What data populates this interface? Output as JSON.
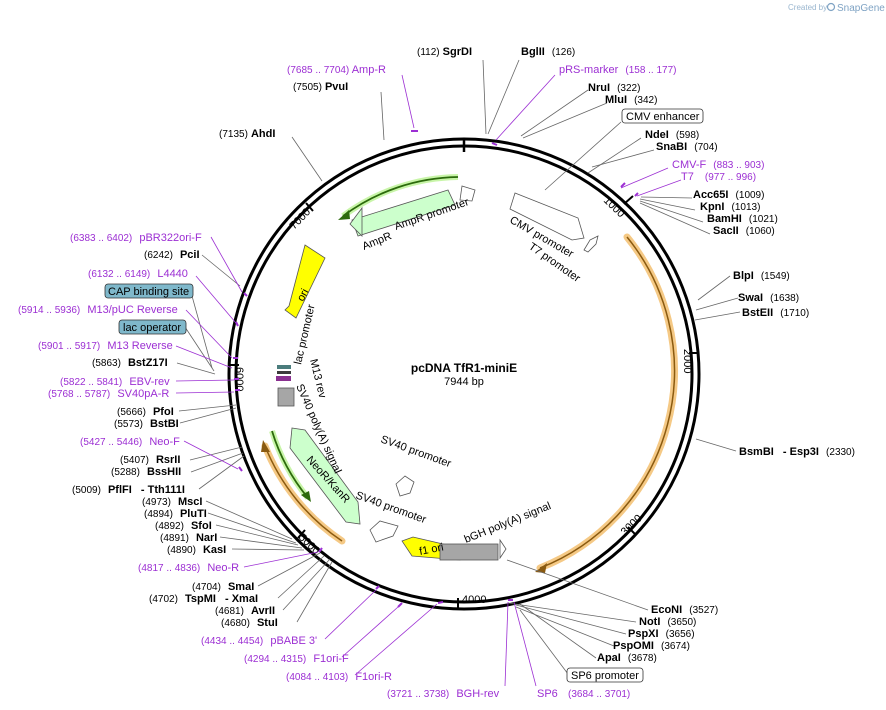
{
  "credit": {
    "prefix": "Created by",
    "brand": "SnapGene"
  },
  "plasmid": {
    "name": "pcDNA TfR1-miniE",
    "length": "7944 bp"
  },
  "ticks": [
    "1000",
    "2000",
    "3000",
    "4000",
    "5000",
    "6000",
    "7000"
  ],
  "features": {
    "ampr": "AmpR",
    "ampr_promoter": "AmpR promoter",
    "cmv_promoter": "CMV promoter",
    "t7_promoter": "T7 promoter",
    "ori": "ori",
    "lac_promoter": "lac promoter",
    "m13_rev": "M13 rev",
    "sv40_polya": "SV40 poly(A) signal",
    "neor": "NeoR/KanR",
    "sv40_promoter_a": "SV40 promoter",
    "sv40_promoter_b": "SV40 promoter",
    "f1_ori": "f1 ori",
    "bgh_polya": "bGH poly(A) signal"
  },
  "labels": [
    {
      "pos": "(112)",
      "name": "SgrDI",
      "kind": "enzyme"
    },
    {
      "name": "BglII",
      "pos": "(126)",
      "kind": "enzyme"
    },
    {
      "pos": "(7685 .. 7704)",
      "name": "Amp-R",
      "kind": "primer"
    },
    {
      "name": "pRS-marker",
      "pos": "(158 .. 177)",
      "kind": "primer"
    },
    {
      "pos": "(7505)",
      "name": "PvuI",
      "kind": "enzyme"
    },
    {
      "name": "NruI",
      "pos": "(322)",
      "kind": "enzyme"
    },
    {
      "name": "MluI",
      "pos": "(342)",
      "kind": "enzyme"
    },
    {
      "name": "CMV enhancer",
      "kind": "boxed"
    },
    {
      "pos": "(7135)",
      "name": "AhdI",
      "kind": "enzyme"
    },
    {
      "name": "NdeI",
      "pos": "(598)",
      "kind": "enzyme"
    },
    {
      "name": "SnaBI",
      "pos": "(704)",
      "kind": "enzyme"
    },
    {
      "name": "CMV-F",
      "pos": "(883 .. 903)",
      "kind": "primer"
    },
    {
      "name": "T7",
      "pos": "(977 .. 996)",
      "kind": "primer"
    },
    {
      "name": "Acc65I",
      "pos": "(1009)",
      "kind": "enzyme"
    },
    {
      "name": "KpnI",
      "pos": "(1013)",
      "kind": "enzyme"
    },
    {
      "name": "BamHI",
      "pos": "(1021)",
      "kind": "enzyme"
    },
    {
      "name": "SacII",
      "pos": "(1060)",
      "kind": "enzyme"
    },
    {
      "pos": "(6383 .. 6402)",
      "name": "pBR322ori-F",
      "kind": "primer"
    },
    {
      "pos": "(6242)",
      "name": "PciI",
      "kind": "enzyme"
    },
    {
      "pos": "(6132 .. 6149)",
      "name": "L4440",
      "kind": "primer"
    },
    {
      "name": "CAP binding site",
      "kind": "teal"
    },
    {
      "pos": "(5914 .. 5936)",
      "name": "M13/pUC Reverse",
      "kind": "primer"
    },
    {
      "name": "lac operator",
      "kind": "teal"
    },
    {
      "pos": "(5901 .. 5917)",
      "name": "M13 Reverse",
      "kind": "primer"
    },
    {
      "pos": "(5863)",
      "name": "BstZ17I",
      "kind": "enzyme"
    },
    {
      "pos": "(5822 .. 5841)",
      "name": "EBV-rev",
      "kind": "primer"
    },
    {
      "pos": "(5768 .. 5787)",
      "name": "SV40pA-R",
      "kind": "primer"
    },
    {
      "pos": "(5666)",
      "name": "PfoI",
      "kind": "enzyme"
    },
    {
      "pos": "(5573)",
      "name": "BstBI",
      "kind": "enzyme"
    },
    {
      "pos": "(5427 .. 5446)",
      "name": "Neo-F",
      "kind": "primer"
    },
    {
      "pos": "(5407)",
      "name": "RsrII",
      "kind": "enzyme"
    },
    {
      "pos": "(5288)",
      "name": "BssHII",
      "kind": "enzyme"
    },
    {
      "pos": "(5009)",
      "name": "PflFI",
      "kind": "enzyme"
    },
    {
      "name": "- Tth111I",
      "kind": "enzyme"
    },
    {
      "pos": "(4973)",
      "name": "MscI",
      "kind": "enzyme"
    },
    {
      "pos": "(4894)",
      "name": "PluTI",
      "kind": "enzyme"
    },
    {
      "pos": "(4892)",
      "name": "SfoI",
      "kind": "enzyme"
    },
    {
      "pos": "(4891)",
      "name": "NarI",
      "kind": "enzyme"
    },
    {
      "pos": "(4890)",
      "name": "KasI",
      "kind": "enzyme"
    },
    {
      "pos": "(4817 .. 4836)",
      "name": "Neo-R",
      "kind": "primer"
    },
    {
      "pos": "(4704)",
      "name": "SmaI",
      "kind": "enzyme"
    },
    {
      "pos": "(4702)",
      "name": "TspMI",
      "kind": "enzyme"
    },
    {
      "name": "- XmaI",
      "kind": "enzyme"
    },
    {
      "pos": "(4681)",
      "name": "AvrII",
      "kind": "enzyme"
    },
    {
      "pos": "(4680)",
      "name": "StuI",
      "kind": "enzyme"
    },
    {
      "pos": "(4434 .. 4454)",
      "name": "pBABE 3'",
      "kind": "primer"
    },
    {
      "pos": "(4294 .. 4315)",
      "name": "F1ori-F",
      "kind": "primer"
    },
    {
      "pos": "(4084 .. 4103)",
      "name": "F1ori-R",
      "kind": "primer"
    },
    {
      "pos": "(3721 .. 3738)",
      "name": "BGH-rev",
      "kind": "primer"
    },
    {
      "name": "SP6",
      "kind": "primer"
    },
    {
      "pos": "(3684 .. 3701)",
      "kind": "primer"
    },
    {
      "name": "BlpI",
      "pos": "(1549)",
      "kind": "enzyme"
    },
    {
      "name": "SwaI",
      "pos": "(1638)",
      "kind": "enzyme"
    },
    {
      "name": "BstEII",
      "pos": "(1710)",
      "kind": "enzyme"
    },
    {
      "name": "BsmBI",
      "kind": "enzyme"
    },
    {
      "name": "- Esp3I",
      "pos": "(2330)",
      "kind": "enzyme"
    },
    {
      "name": "EcoNI",
      "pos": "(3527)",
      "kind": "enzyme"
    },
    {
      "name": "NotI",
      "pos": "(3650)",
      "kind": "enzyme"
    },
    {
      "name": "PspXI",
      "pos": "(3656)",
      "kind": "enzyme"
    },
    {
      "name": "PspOMI",
      "pos": "(3674)",
      "kind": "enzyme"
    },
    {
      "name": "ApaI",
      "pos": "(3678)",
      "kind": "enzyme"
    },
    {
      "name": "SP6 promoter",
      "kind": "boxed"
    }
  ],
  "colors": {
    "enzyme": "#000000",
    "primer": "#9c2fd3",
    "ampr": "#ccffcc",
    "ori": "#ffff00",
    "orange_highlight": "#f5c985",
    "teal_box": "#7fb8cb",
    "polya": "#a6a6a6"
  }
}
